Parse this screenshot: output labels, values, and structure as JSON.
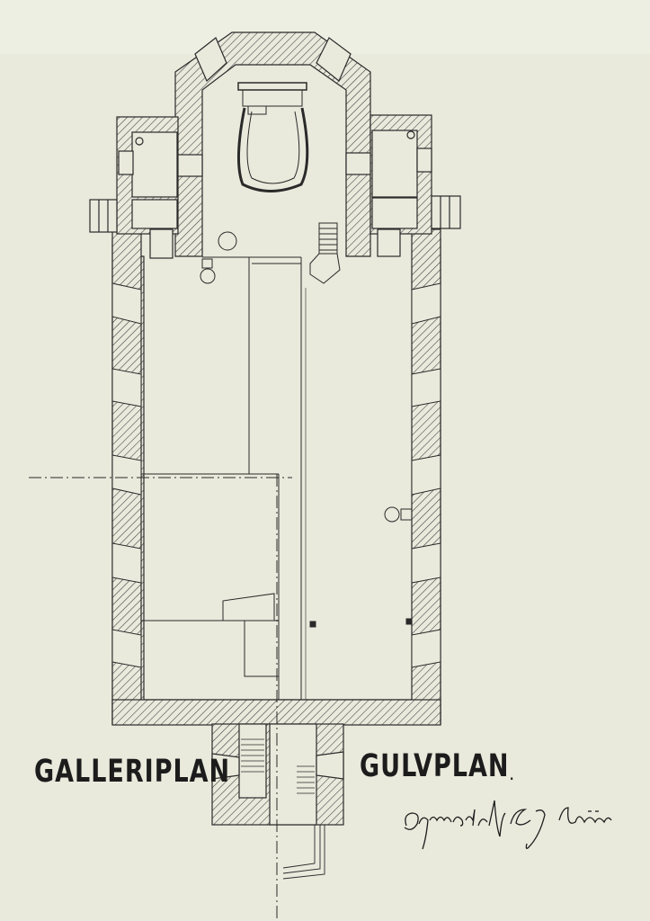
{
  "labels": {
    "left_plan": "GALLERIPLAN",
    "right_plan": "GULVPLAN",
    "right_dot": "."
  },
  "signature": {
    "text": "Opmaalt af C. J. Münn"
  },
  "colors": {
    "paper": "#e9eadc",
    "ink": "#2a2a2a",
    "wall_fill": "#e9eadc"
  }
}
